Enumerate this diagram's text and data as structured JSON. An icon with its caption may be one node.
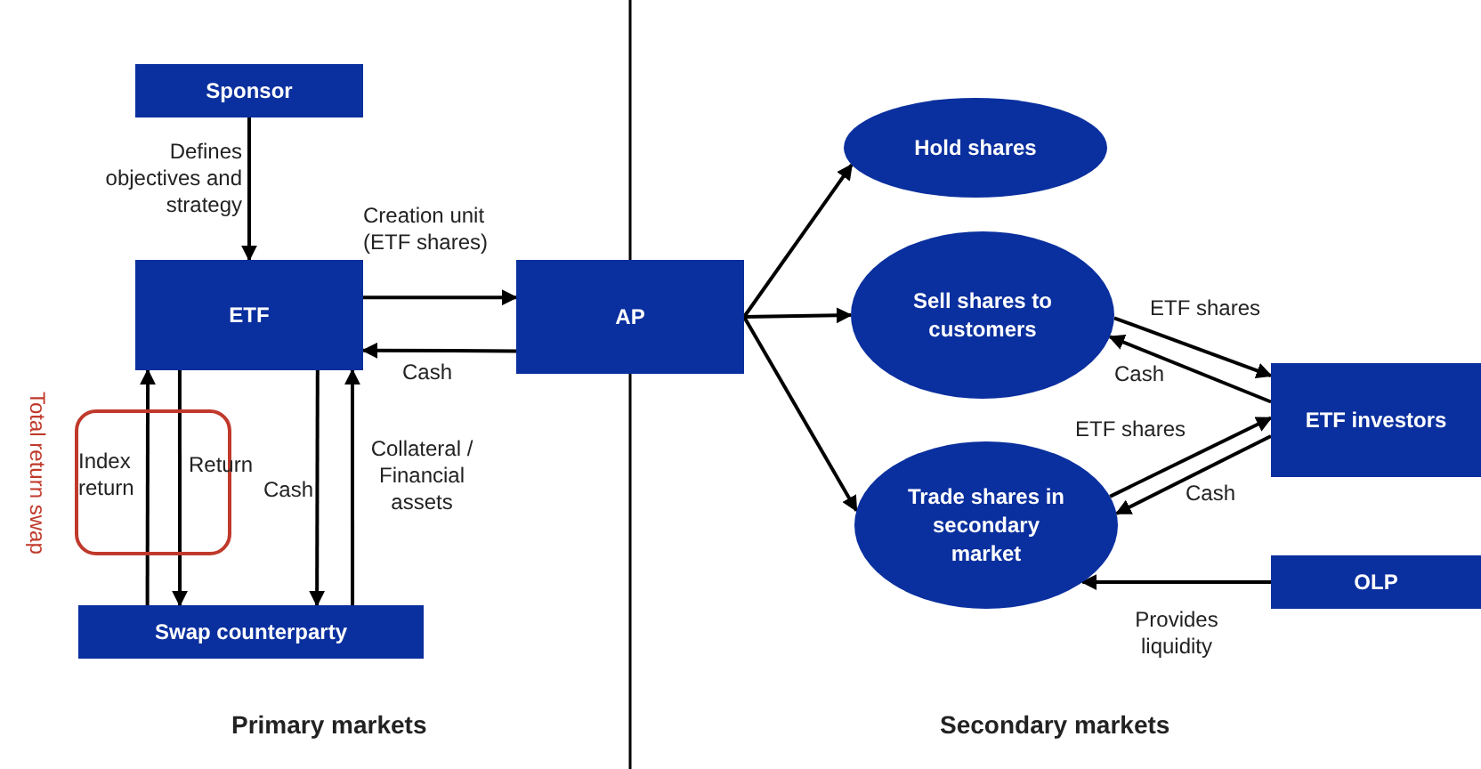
{
  "diagram": {
    "nodes": [
      {
        "text": [
          "Sponsor"
        ]
      },
      {
        "text": [
          "ETF"
        ]
      },
      {
        "text": [
          "AP"
        ]
      },
      {
        "text": [
          "Hold shares"
        ]
      },
      {
        "text": [
          "Sell shares to customers"
        ]
      },
      {
        "text": [
          "Trade shares in secondary market"
        ]
      },
      {
        "text": [
          "ETF investors"
        ]
      },
      {
        "text": [
          "OLP"
        ]
      },
      {
        "text": [
          "Swap counterparty"
        ]
      }
    ],
    "edges": [
      {
        "from": 0,
        "to": 1,
        "arrow": "to",
        "label": "Defines objectives and strategy"
      },
      {
        "from": 1,
        "to": 2,
        "arrow": "to",
        "label": "Creation unit (ETF shares)"
      },
      {
        "from": 2,
        "to": 1,
        "arrow": "to",
        "label": "Cash"
      },
      {
        "from": 8,
        "to": 1,
        "arrow": "to",
        "label": "Index return"
      },
      {
        "from": 1,
        "to": 8,
        "arrow": "to",
        "label": "Return"
      },
      {
        "from": 1,
        "to": 8,
        "arrow": "to",
        "label": "Cash"
      },
      {
        "from": 8,
        "to": 1,
        "arrow": "to",
        "label": "Collateral / Financial assets"
      },
      {
        "from": 2,
        "to": 3,
        "arrow": "to"
      },
      {
        "from": 2,
        "to": 4,
        "arrow": "to"
      },
      {
        "from": 2,
        "to": 5,
        "arrow": "to"
      },
      {
        "from": 4,
        "to": 6,
        "arrow": "to",
        "label": "ETF shares"
      },
      {
        "from": 6,
        "to": 4,
        "arrow": "to",
        "label": "Cash"
      },
      {
        "from": 5,
        "to": 6,
        "arrow": "to",
        "label": "ETF shares"
      },
      {
        "from": 6,
        "to": 5,
        "arrow": "to",
        "label": "Cash"
      },
      {
        "from": 7,
        "to": 5,
        "arrow": "to",
        "label": "Provides liquidity"
      }
    ],
    "labels": [
      "Total return swap",
      "Primary markets",
      "Secondary markets"
    ]
  }
}
